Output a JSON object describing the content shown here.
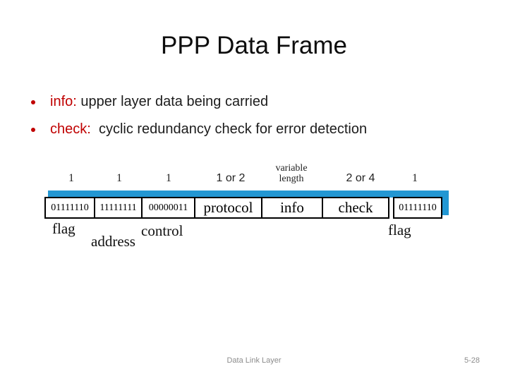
{
  "slide": {
    "title": "PPP Data Frame",
    "bullets": [
      {
        "keyword": "info:",
        "text": " upper layer data being carried"
      },
      {
        "keyword": "check:",
        "text": "  cyclic redundancy check for error detection"
      }
    ],
    "footer": {
      "center": "Data Link Layer",
      "page": "5-28"
    }
  },
  "diagram": {
    "description": "PPP frame format field diagram",
    "bar_color": "#2397d3",
    "fields": [
      {
        "size": "1",
        "value": "01111110",
        "label": "flag"
      },
      {
        "size": "1",
        "value": "11111111",
        "label": "address"
      },
      {
        "size": "1",
        "value": "00000011",
        "label": "control"
      },
      {
        "size": "1 or 2",
        "value": "protocol"
      },
      {
        "size_line1": "variable",
        "size_line2": "length",
        "value": "info"
      },
      {
        "size": "2 or 4",
        "value": "check"
      },
      {
        "size": "1",
        "value": "01111110",
        "label": "flag"
      }
    ]
  },
  "colors": {
    "accent_red": "#c00000",
    "accent_blue": "#2397d3",
    "title_text": "#0d0d0d",
    "body_text": "#1c1c1c",
    "footer_text": "#8c8c8c"
  }
}
